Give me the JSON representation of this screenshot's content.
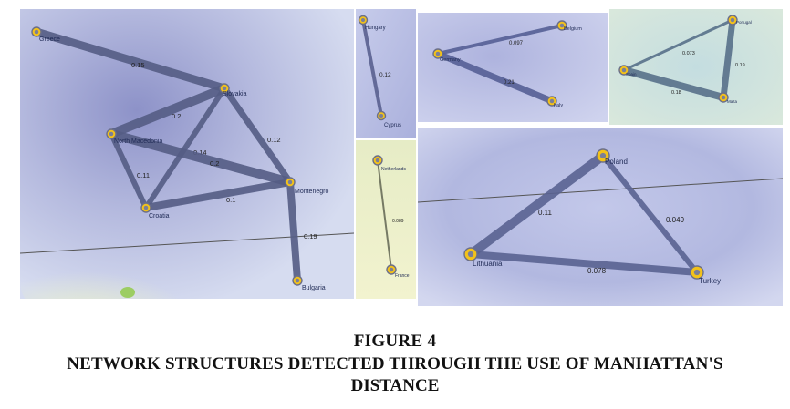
{
  "figure": {
    "label": "FIGURE 4",
    "caption_line1": "NETWORK STRUCTURES DETECTED THROUGH THE USE OF MANHATTAN'S",
    "caption_line2": "DISTANCE"
  },
  "panels": [
    {
      "id": "p1",
      "nodes": [
        {
          "id": "greece",
          "label": "Greece"
        },
        {
          "id": "slovakia",
          "label": "Slovakia"
        },
        {
          "id": "macedonia",
          "label": "North Macedonia"
        },
        {
          "id": "montenegro",
          "label": "Montenegro"
        },
        {
          "id": "croatia",
          "label": "Croatia"
        },
        {
          "id": "bulgaria",
          "label": "Bulgaria"
        }
      ],
      "edges": [
        {
          "from": "greece",
          "to": "slovakia",
          "label": "0.15"
        },
        {
          "from": "macedonia",
          "to": "slovakia",
          "label": "0.2"
        },
        {
          "from": "slovakia",
          "to": "montenegro",
          "label": "0.12"
        },
        {
          "from": "slovakia",
          "to": "croatia",
          "label": "0.14"
        },
        {
          "from": "macedonia",
          "to": "montenegro",
          "label": "0.2"
        },
        {
          "from": "macedonia",
          "to": "croatia",
          "label": "0.11"
        },
        {
          "from": "croatia",
          "to": "montenegro",
          "label": "0.1"
        },
        {
          "from": "montenegro",
          "to": "bulgaria",
          "label": "0.19"
        }
      ]
    },
    {
      "id": "p2",
      "nodes": [
        {
          "id": "hungary",
          "label": "Hungary"
        },
        {
          "id": "cyprus",
          "label": "Cyprus"
        }
      ],
      "edges": [
        {
          "from": "hungary",
          "to": "cyprus",
          "label": "0.12"
        }
      ]
    },
    {
      "id": "p3",
      "nodes": [
        {
          "id": "germany",
          "label": "Germany"
        },
        {
          "id": "belgium",
          "label": "Belgium"
        },
        {
          "id": "italy",
          "label": "Italy"
        }
      ],
      "edges": [
        {
          "from": "germany",
          "to": "belgium",
          "label": "0.097"
        },
        {
          "from": "germany",
          "to": "italy",
          "label": "0.21"
        }
      ]
    },
    {
      "id": "p4",
      "nodes": [
        {
          "id": "portugal",
          "label": "Portugal"
        },
        {
          "id": "spain",
          "label": "Spain"
        },
        {
          "id": "malta",
          "label": "Malta"
        }
      ],
      "edges": [
        {
          "from": "spain",
          "to": "portugal",
          "label": "0.073"
        },
        {
          "from": "portugal",
          "to": "malta",
          "label": "0.19"
        },
        {
          "from": "spain",
          "to": "malta",
          "label": "0.18"
        }
      ]
    },
    {
      "id": "p5",
      "nodes": [
        {
          "id": "netherlands",
          "label": "Netherlands"
        },
        {
          "id": "france",
          "label": "France"
        }
      ],
      "edges": [
        {
          "from": "netherlands",
          "to": "france",
          "label": "0.089"
        }
      ]
    },
    {
      "id": "p6",
      "nodes": [
        {
          "id": "poland",
          "label": "Poland"
        },
        {
          "id": "lithuania",
          "label": "Lithuania"
        },
        {
          "id": "turkey",
          "label": "Turkey"
        }
      ],
      "edges": [
        {
          "from": "poland",
          "to": "lithuania",
          "label": "0.11"
        },
        {
          "from": "poland",
          "to": "turkey",
          "label": "0.049"
        },
        {
          "from": "lithuania",
          "to": "turkey",
          "label": "0.078"
        }
      ]
    }
  ]
}
